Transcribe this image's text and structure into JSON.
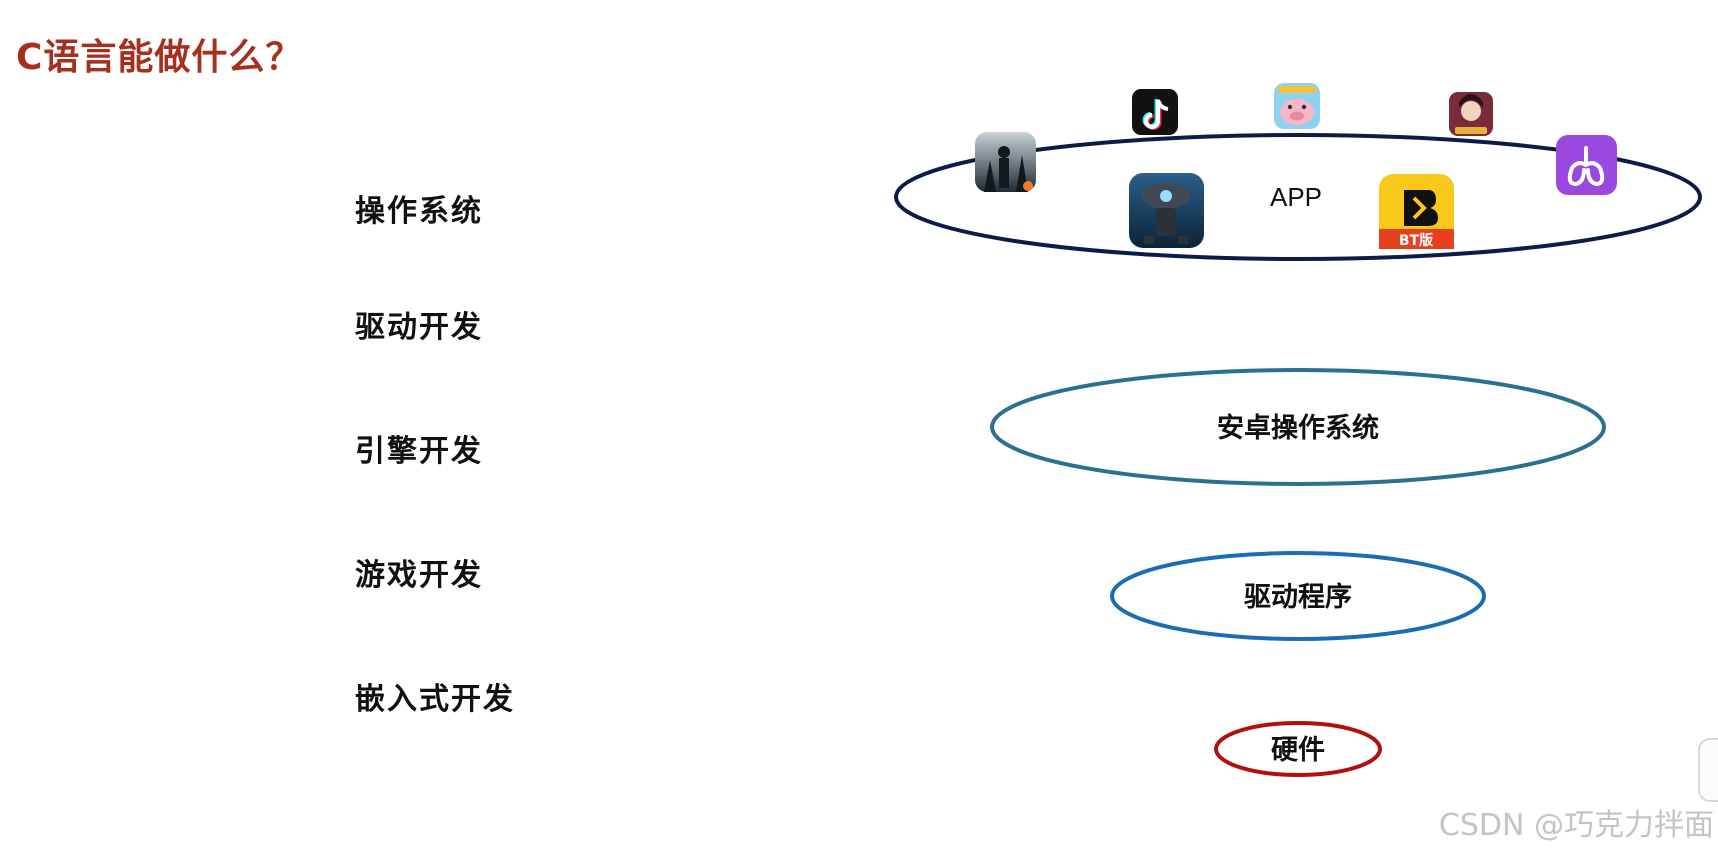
{
  "title": "C语言能做什么？",
  "topics": [
    {
      "label": "操作系统"
    },
    {
      "label": "驱动开发"
    },
    {
      "label": "引擎开发"
    },
    {
      "label": "游戏开发"
    },
    {
      "label": "嵌入式开发"
    }
  ],
  "layers": {
    "app": {
      "label": "APP",
      "color": "#0d1b4a"
    },
    "os": {
      "label": "安卓操作系统",
      "color": "#2a7090"
    },
    "driver": {
      "label": "驱动程序",
      "color": "#1b6db3"
    },
    "hardware": {
      "label": "硬件",
      "color": "#b01010"
    }
  },
  "app_icons": [
    {
      "name": "dark-forest-game-icon"
    },
    {
      "name": "tiktok-icon"
    },
    {
      "name": "pig-game-icon"
    },
    {
      "name": "fantasy-girl-game-icon"
    },
    {
      "name": "purple-lungs-app-icon"
    },
    {
      "name": "robot-game-icon"
    },
    {
      "name": "bt-game-box-icon",
      "badge": "BT版"
    }
  ],
  "watermark": "CSDN @巧克力拌面"
}
